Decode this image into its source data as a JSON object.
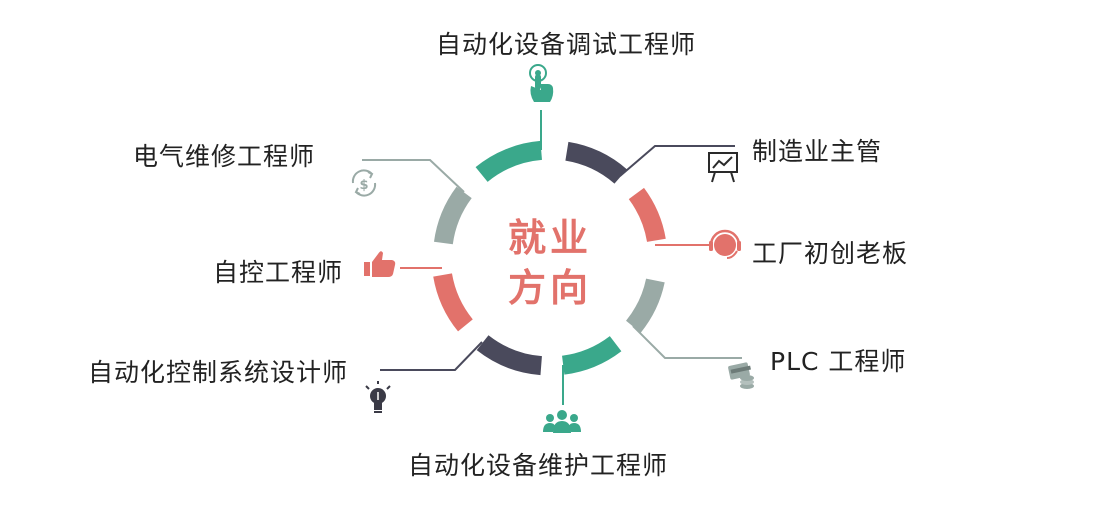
{
  "title_lines": [
    "就业",
    "方向"
  ],
  "roles": {
    "top": "自动化设备调试工程师",
    "top_right": "制造业主管",
    "right": "工厂初创老板",
    "bottom_right": "PLC 工程师",
    "bottom": "自动化设备维护工程师",
    "bottom_left": "自动化控制系统设计师",
    "left": "自控工程师",
    "top_left": "电气维修工程师"
  },
  "icons": {
    "top": "pointer-hand-icon",
    "top_right": "presentation-chart-icon",
    "right": "headset-icon",
    "bottom_right": "cards-coins-icon",
    "bottom": "team-people-icon",
    "bottom_left": "lightbulb-icon",
    "left": "thumbs-up-icon",
    "top_left": "money-cycle-icon"
  },
  "colors": {
    "green": "#3aa88b",
    "dark": "#4a4a5c",
    "red": "#e2726b",
    "gray": "#9aaaa6",
    "text": "#222222"
  }
}
